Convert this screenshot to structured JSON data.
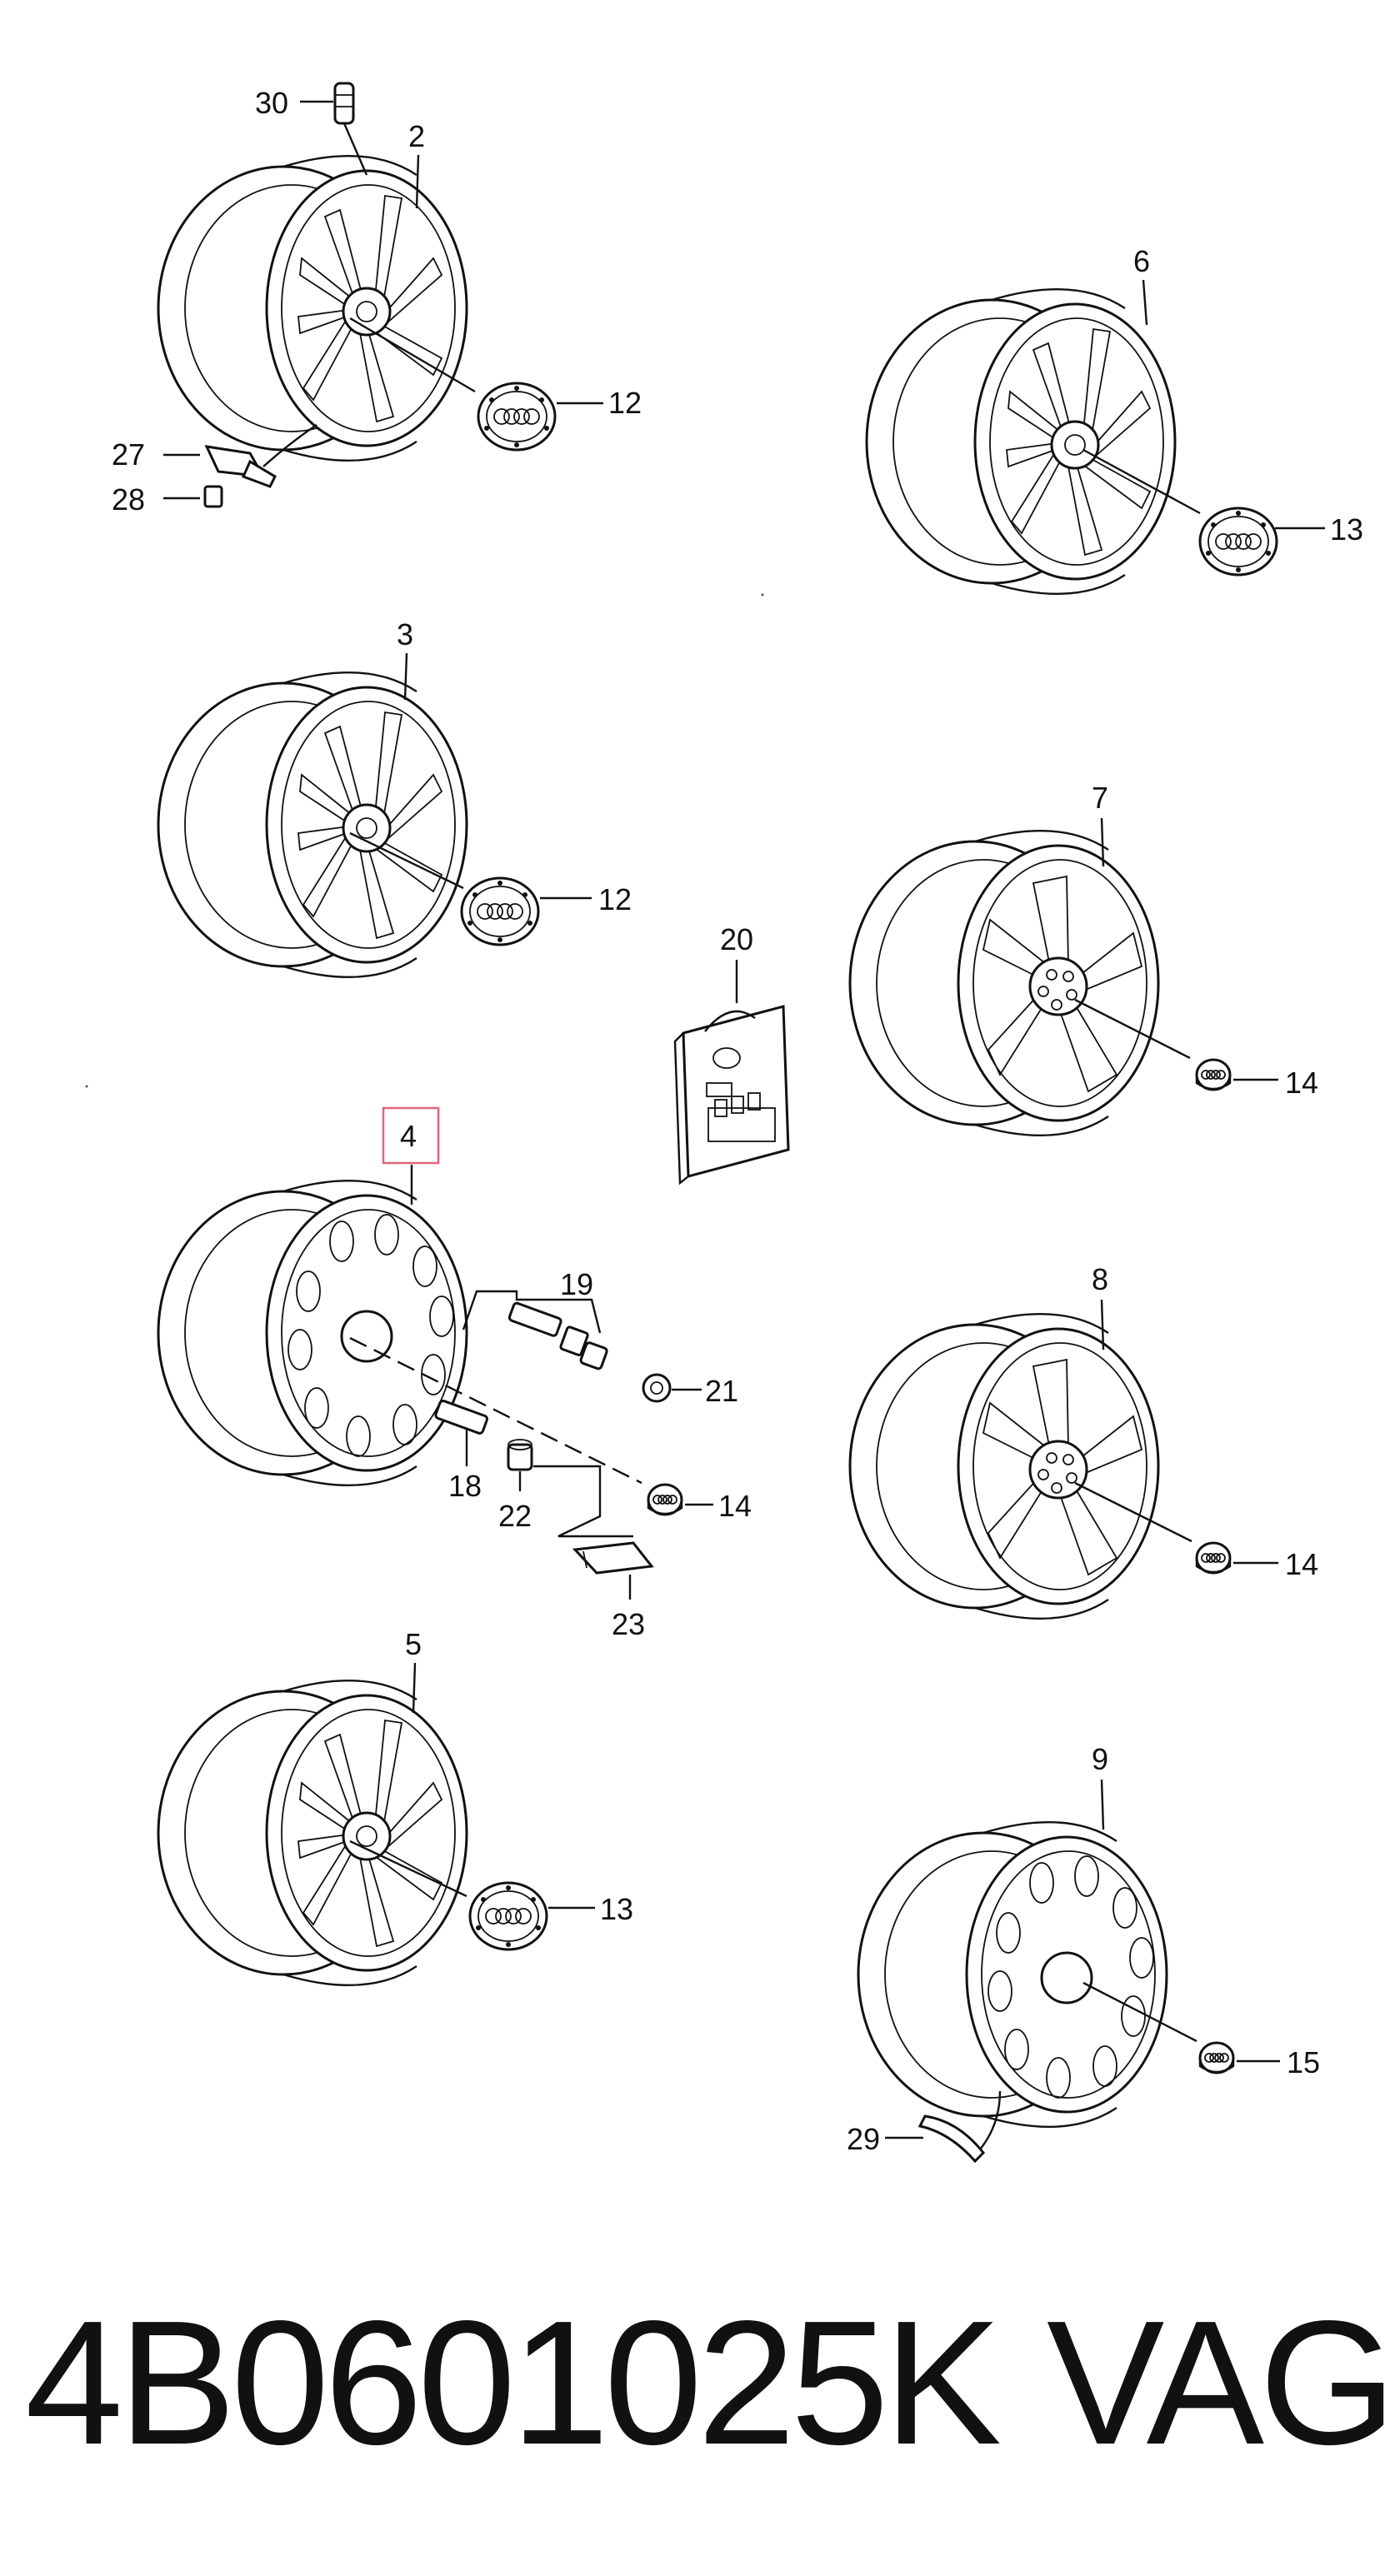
{
  "callouts": {
    "n2": "2",
    "n3": "3",
    "n4": "4",
    "n5": "5",
    "n6": "6",
    "n7": "7",
    "n8": "8",
    "n9": "9",
    "n12a": "12",
    "n12b": "12",
    "n13a": "13",
    "n13b": "13",
    "n14a": "14",
    "n14b": "14",
    "n14c": "14",
    "n15": "15",
    "n18": "18",
    "n19": "19",
    "n20": "20",
    "n21": "21",
    "n22": "22",
    "n23": "23",
    "n27": "27",
    "n28": "28",
    "n29": "29",
    "n30": "30"
  },
  "highlight": {
    "part": "4",
    "color": "#e0667a"
  },
  "caption": {
    "part_number": "4B0601025K",
    "brand": "VAG"
  }
}
